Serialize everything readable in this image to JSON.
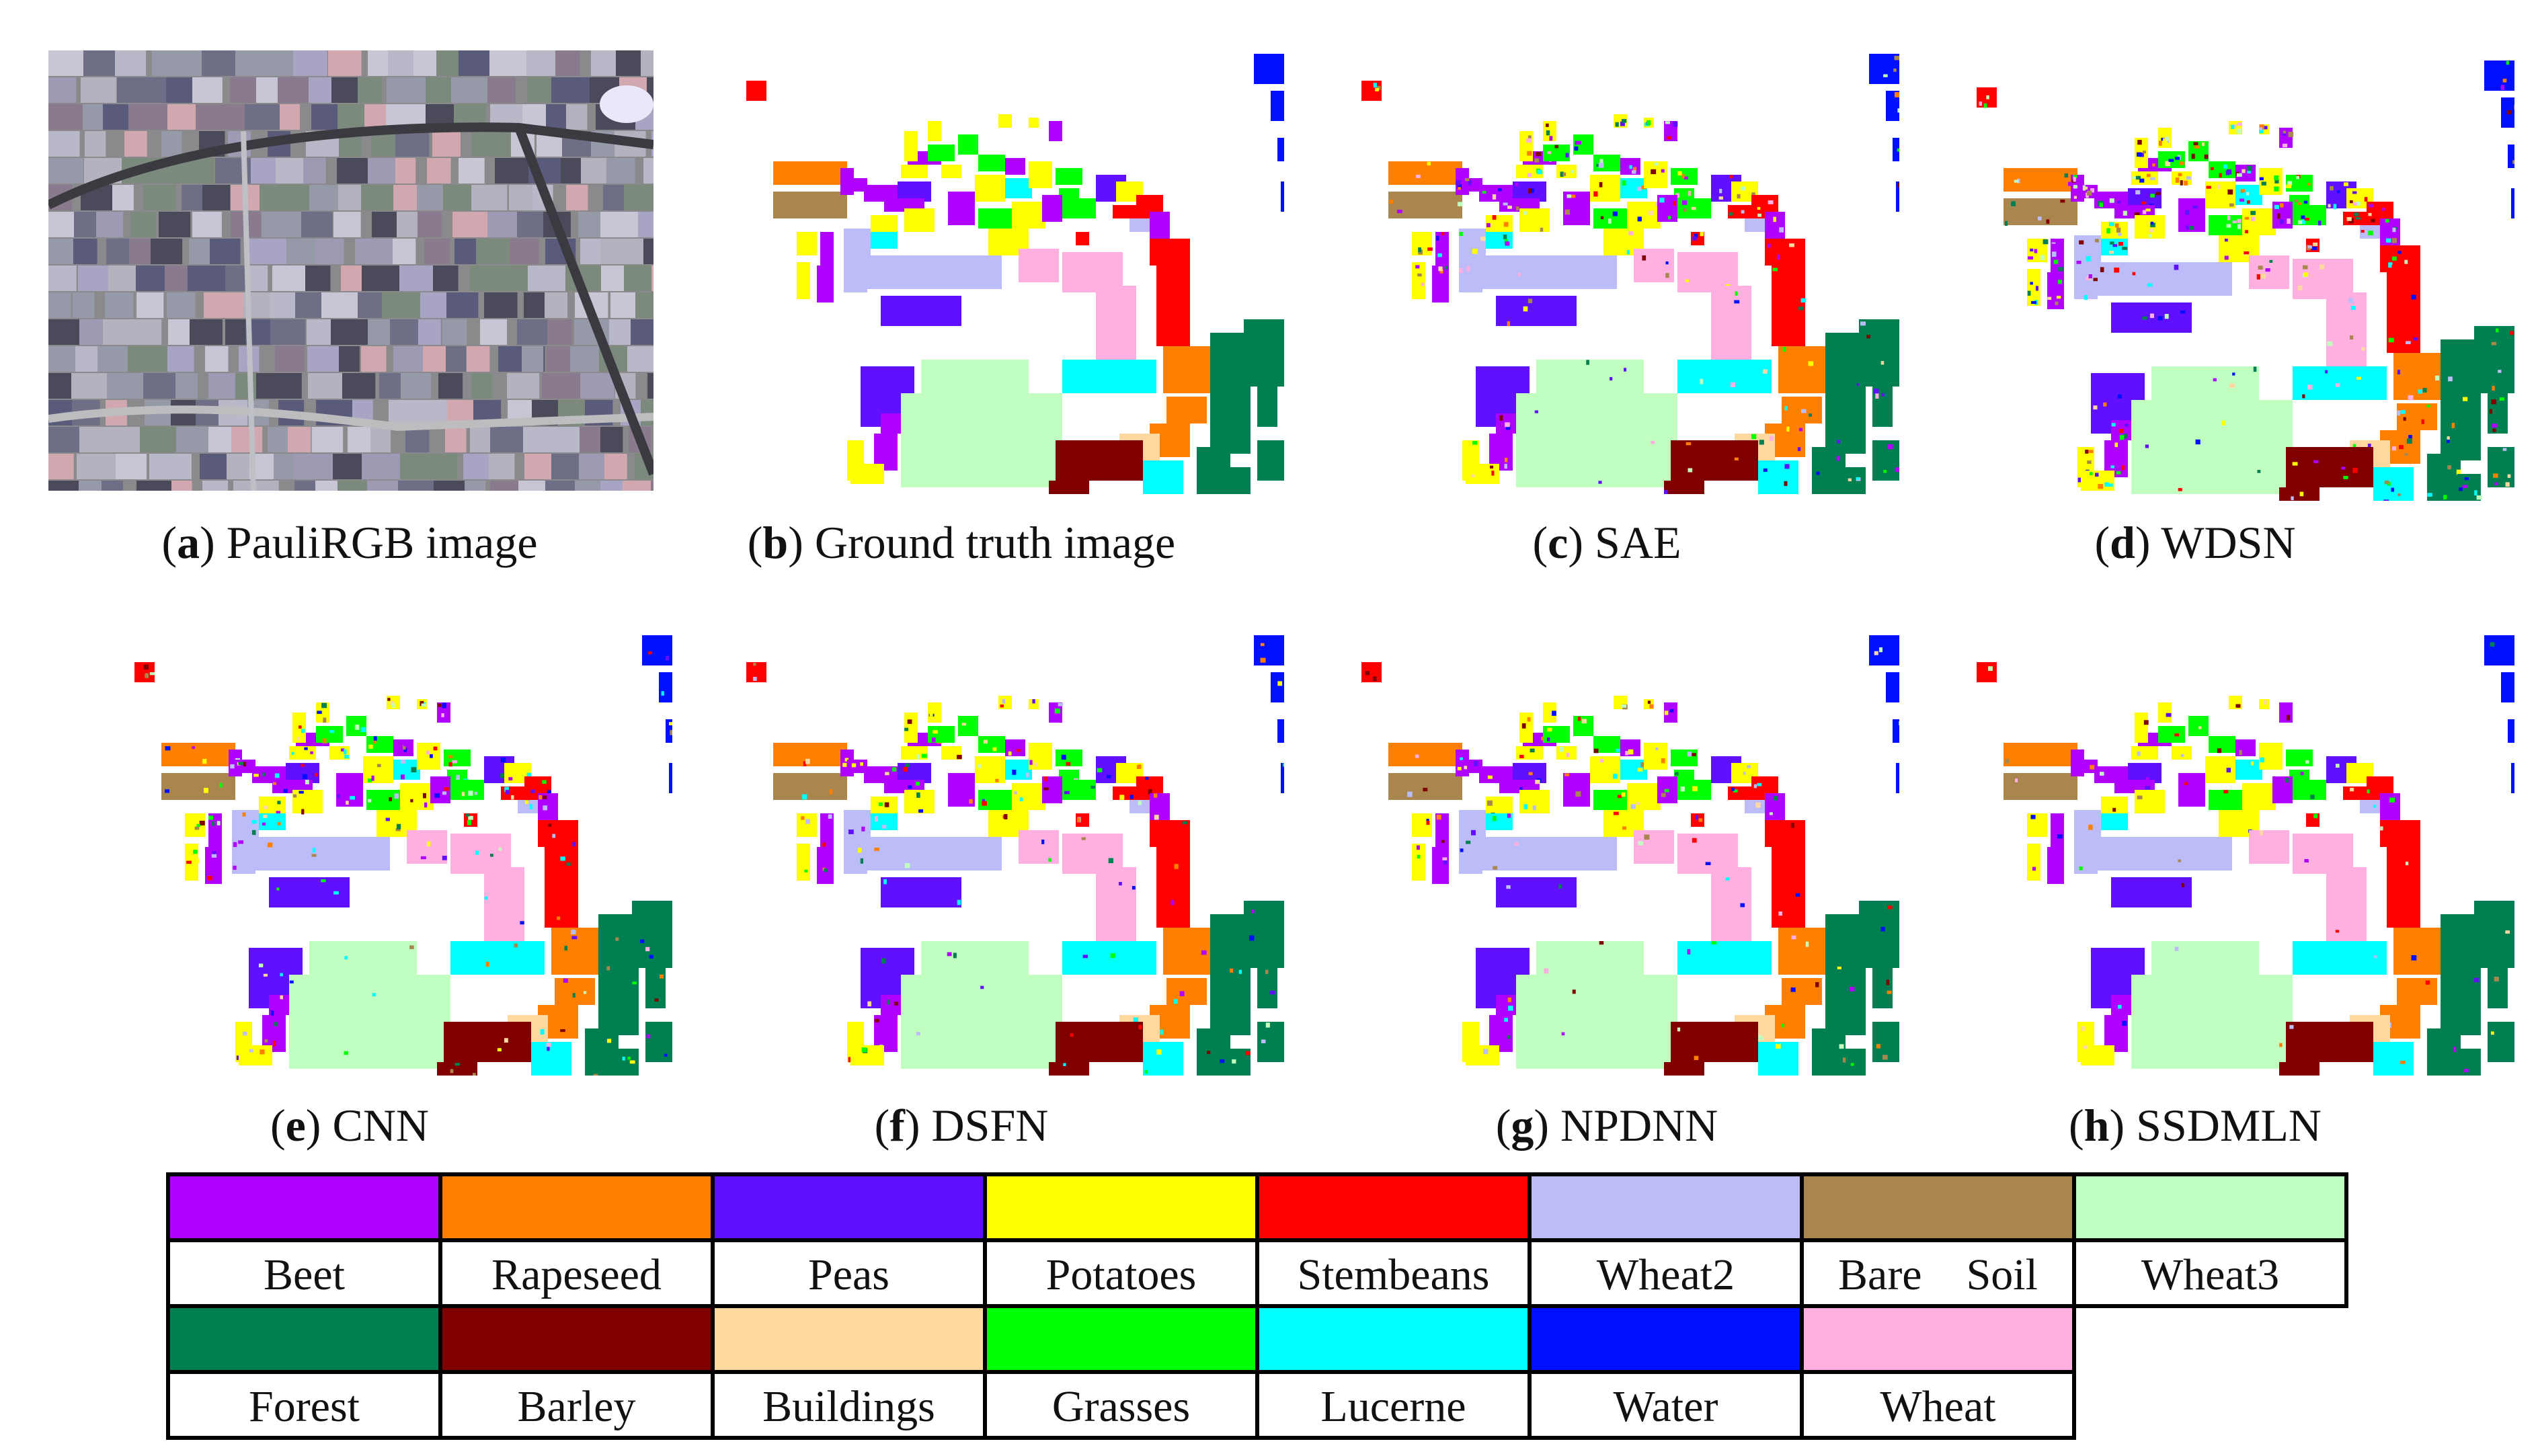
{
  "figure": {
    "panels": [
      {
        "letter": "a",
        "label": "PauliRGB image"
      },
      {
        "letter": "b",
        "label": "Ground truth image"
      },
      {
        "letter": "c",
        "label": "SAE"
      },
      {
        "letter": "d",
        "label": "WDSN"
      },
      {
        "letter": "e",
        "label": "CNN"
      },
      {
        "letter": "f",
        "label": "DSFN"
      },
      {
        "letter": "g",
        "label": "NPDNN"
      },
      {
        "letter": "h",
        "label": "SSDMLN"
      }
    ],
    "legend": [
      {
        "name": "Beet",
        "color": "#b000ff"
      },
      {
        "name": "Rapeseed",
        "color": "#ff8000"
      },
      {
        "name": "Peas",
        "color": "#6010ff"
      },
      {
        "name": "Potatoes",
        "color": "#ffff00"
      },
      {
        "name": "Stembeans",
        "color": "#ff0000"
      },
      {
        "name": "Wheat2",
        "color": "#bcbcf8"
      },
      {
        "name": "Bare    Soil",
        "color": "#a8864e"
      },
      {
        "name": "Wheat3",
        "color": "#c0ffc0"
      },
      {
        "name": "Forest",
        "color": "#008050"
      },
      {
        "name": "Barley",
        "color": "#800000"
      },
      {
        "name": "Buildings",
        "color": "#ffd8a0"
      },
      {
        "name": "Grasses",
        "color": "#00ff00"
      },
      {
        "name": "Lucerne",
        "color": "#00ffff"
      },
      {
        "name": "Water",
        "color": "#0010ff"
      },
      {
        "name": "Wheat",
        "color": "#ffb0e0"
      }
    ]
  }
}
